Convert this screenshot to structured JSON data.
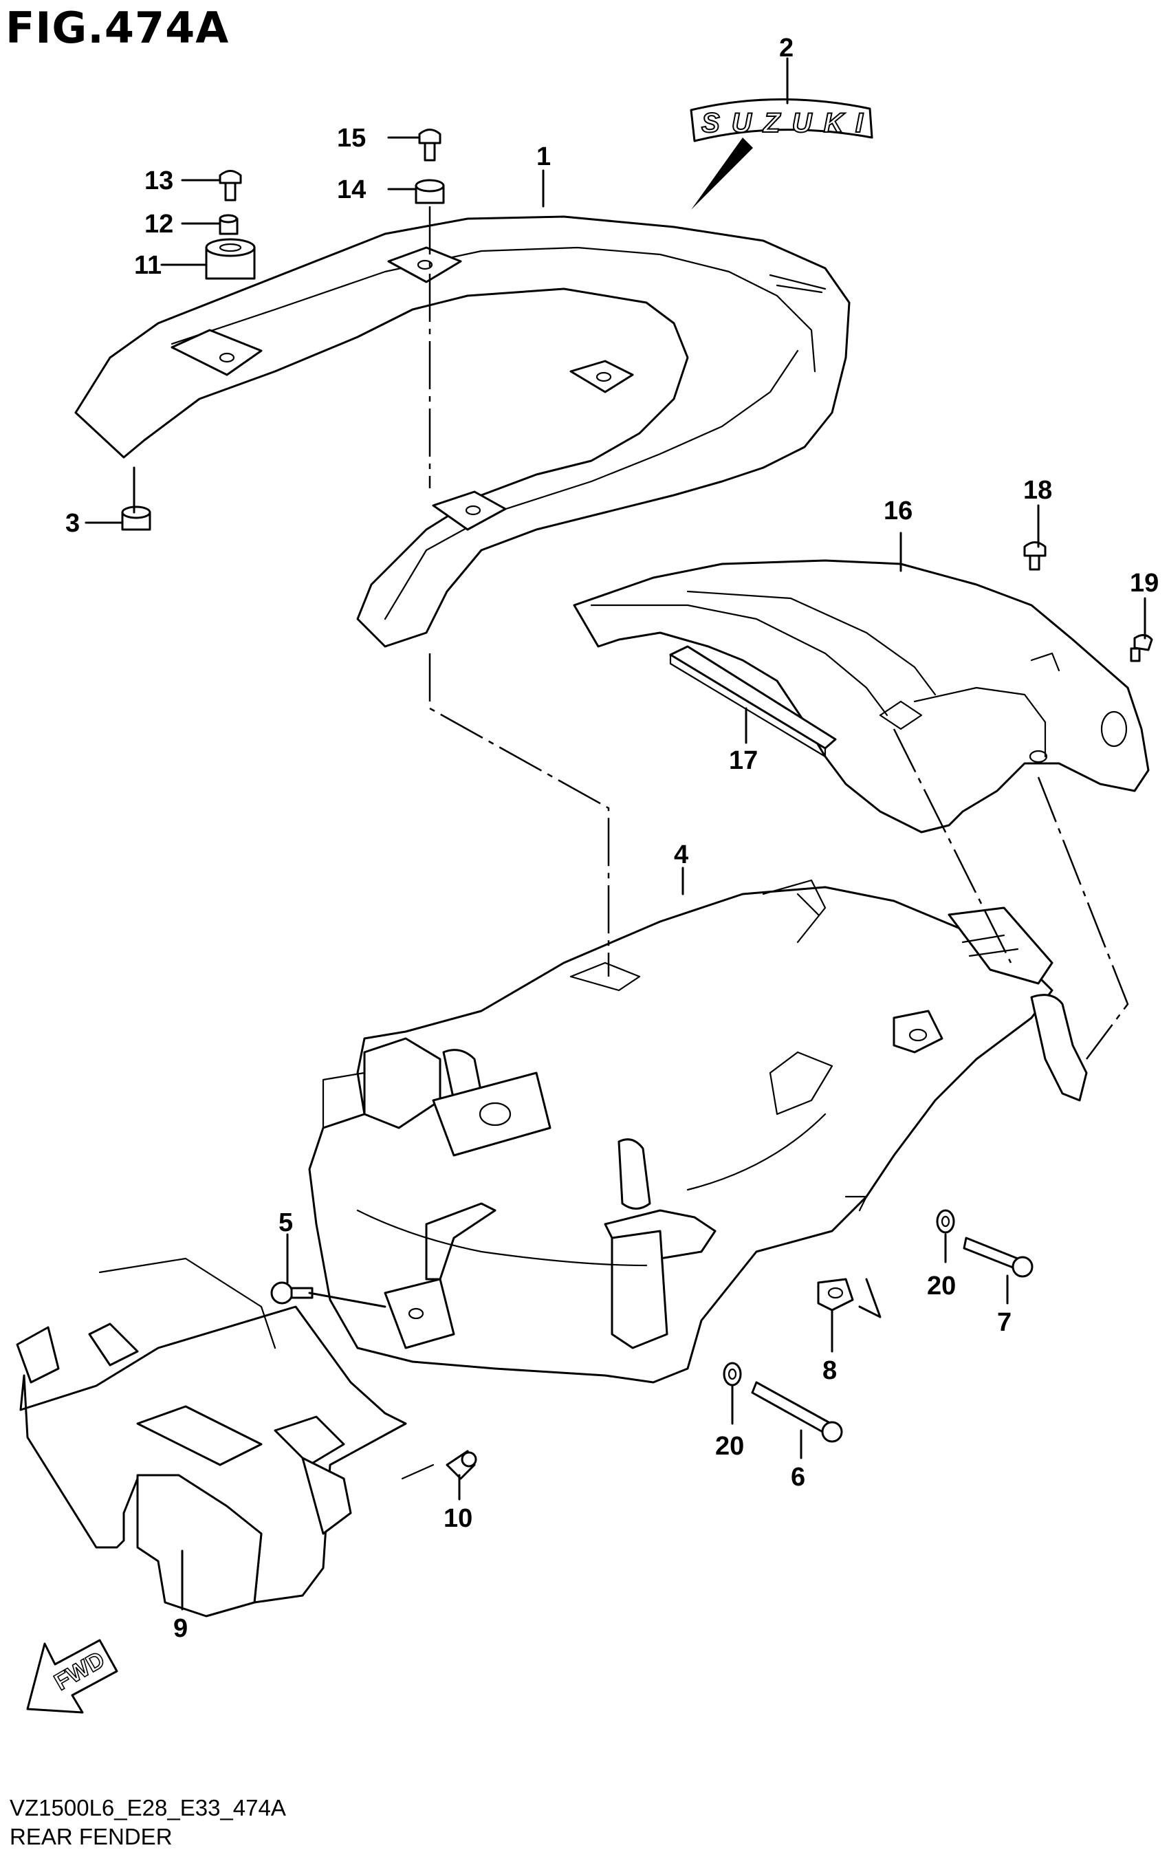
{
  "figure": {
    "title": "FIG.474A",
    "model_code": "VZ1500L6_E28_E33_474A",
    "name": "REAR FENDER",
    "direction_label": "FWD",
    "emblem_text": "SUZUKI"
  },
  "callouts": [
    "1",
    "2",
    "3",
    "4",
    "5",
    "6",
    "7",
    "8",
    "9",
    "10",
    "11",
    "12",
    "13",
    "14",
    "15",
    "16",
    "17",
    "18",
    "19",
    "20",
    "20"
  ]
}
